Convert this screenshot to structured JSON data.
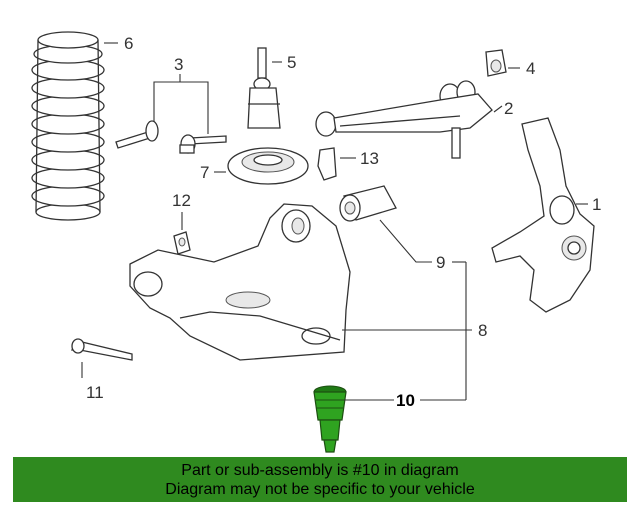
{
  "callouts": {
    "c1": "1",
    "c2": "2",
    "c3": "3",
    "c4": "4",
    "c5": "5",
    "c6": "6",
    "c7": "7",
    "c8": "8",
    "c9": "9",
    "c10": "10",
    "c11": "11",
    "c12": "12",
    "c13": "13"
  },
  "banner": {
    "line1": "Part or sub-assembly is #10 in diagram",
    "line2": "Diagram may not be specific to your vehicle"
  },
  "colors": {
    "highlight": "#2fa320",
    "banner": "#2f8a1f"
  }
}
